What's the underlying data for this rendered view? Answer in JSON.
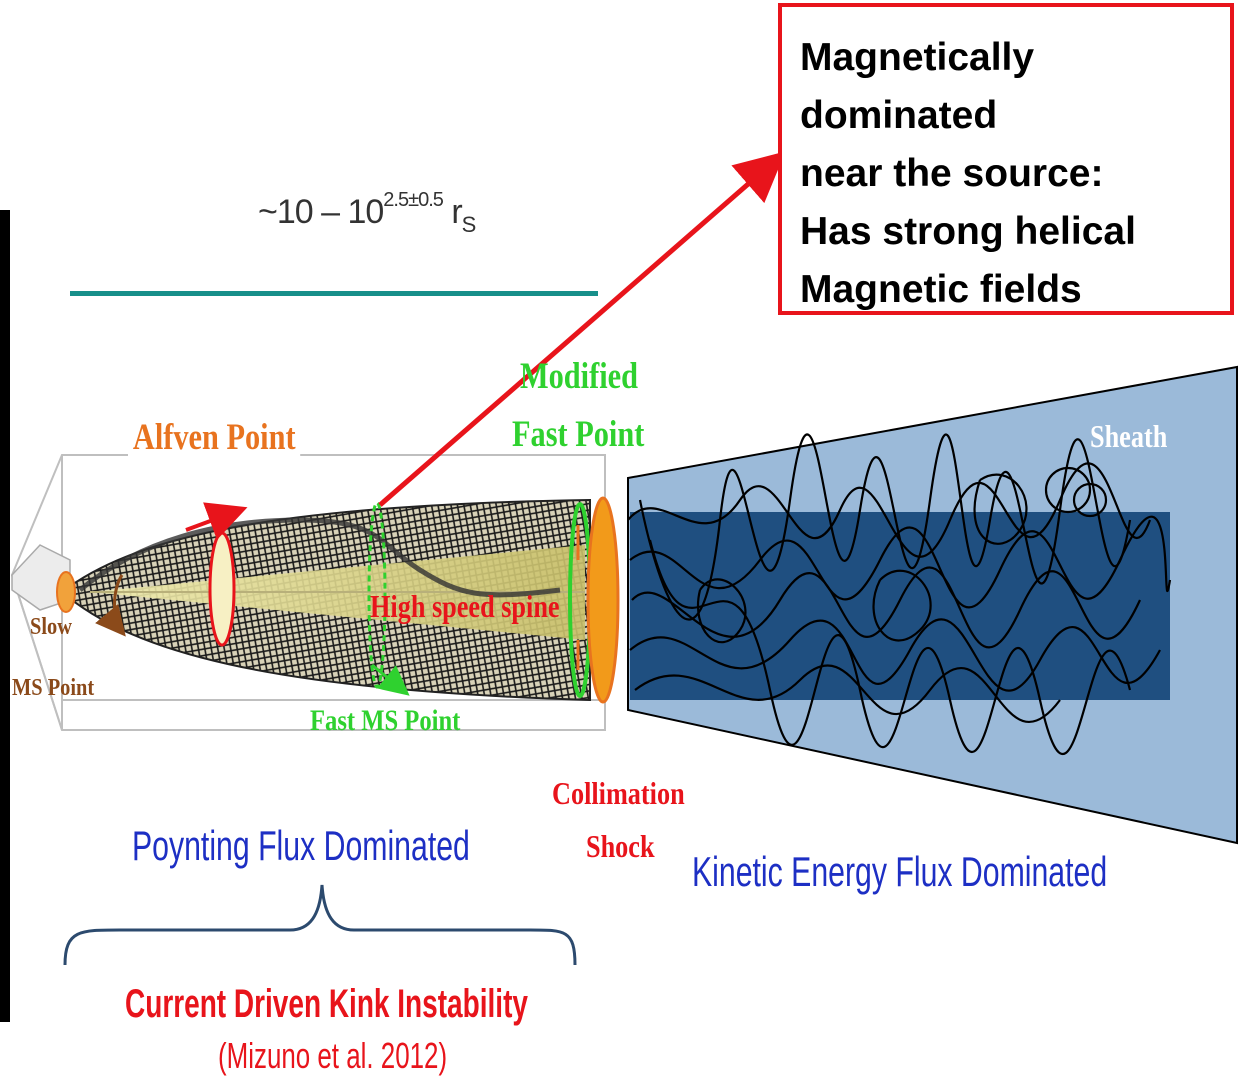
{
  "callout": {
    "lines": [
      "Magnetically",
      "dominated",
      "near the source:",
      "Has strong helical",
      "Magnetic fields"
    ],
    "border_color": "#e8141b"
  },
  "scale": {
    "prefix": "~10 – 10",
    "exponent": "2.5±0.5",
    "unit": " r",
    "unit_sub": "S"
  },
  "labels": {
    "alfven_point": "Alfven Point",
    "modified": "Modified",
    "fast_point": "Fast Point",
    "sheath": "Sheath",
    "slow": "Slow",
    "ms_point": "MS Point",
    "high_speed_spine": "High speed spine",
    "fast_ms_point": "Fast MS Point",
    "collimation": "Collimation",
    "shock": "Shock",
    "poynting": "Poynting Flux Dominated",
    "kinetic": "Kinetic Energy Flux Dominated",
    "kink": "Current Driven Kink Instability",
    "citation": "(Mizuno et al. 2012)"
  },
  "colors": {
    "orange": "#e8731f",
    "green": "#2fd12f",
    "red": "#e8141b",
    "blue_text": "#1d2fc4",
    "sheath_fill": "#9bbad9",
    "jet_core": "#1f4f80",
    "teal_line": "#178f8a"
  }
}
